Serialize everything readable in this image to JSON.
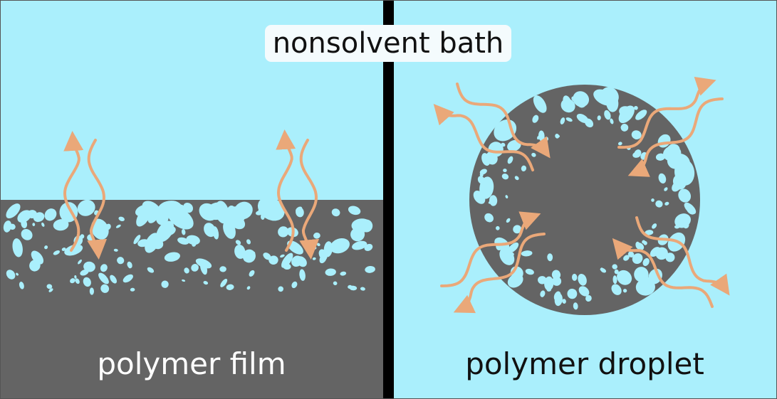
{
  "labels": {
    "bath": "nonsolvent bath",
    "film": "polymer film",
    "droplet": "polymer droplet"
  },
  "colors": {
    "bath": "#aaeffc",
    "polymer": "#646464",
    "pores": "#aaeffc",
    "arrows": "#eaa879",
    "divider": "#000000",
    "label_box": "#f4fbfd"
  }
}
